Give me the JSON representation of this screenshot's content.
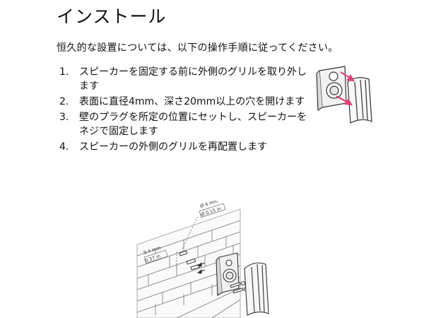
{
  "document": {
    "title": "インストール",
    "intro": "恒久的な設置については、以下の操作手順に従ってください。",
    "steps": [
      {
        "number": "1.",
        "text": "スピーカーを固定する前に外側のグリルを取り外します"
      },
      {
        "number": "2.",
        "text": "表面に直径4mm、深さ20mm以上の穴を開けます"
      },
      {
        "number": "3.",
        "text": "壁のプラグを所定の位置にセットし、スピーカーをネジで固定します"
      },
      {
        "number": "4.",
        "text": "スピーカーの外側のグリルを再配置します"
      }
    ]
  },
  "diagram": {
    "hole_diameter_mm": "Ø 4 mm",
    "hole_diameter_in": "Ø 0.15 in",
    "spacing_mm": "9.4 mm",
    "spacing_in": "0.37 in"
  },
  "colors": {
    "accent_arrow": "#e0427a"
  }
}
